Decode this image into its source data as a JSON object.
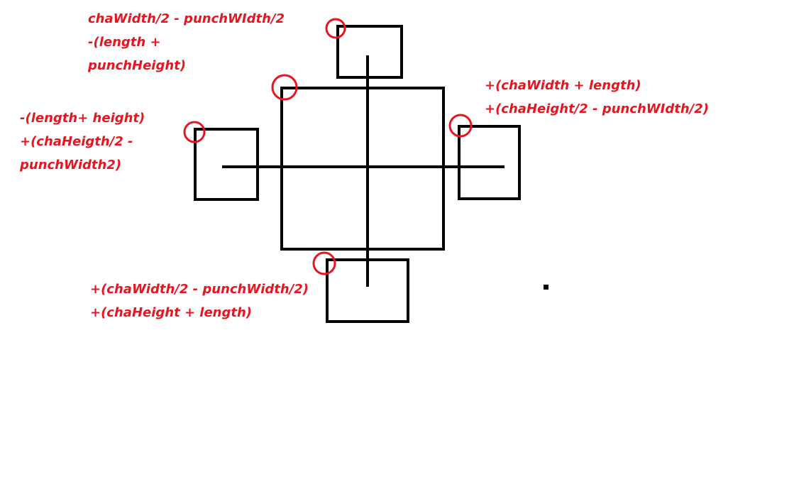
{
  "annotations": {
    "top": [
      "chaWidth/2 - punchWIdth/2",
      "-(length +",
      "punchHeight)"
    ],
    "left": [
      "-(length+ height)",
      "+(chaHeigth/2 -",
      "punchWidth2)"
    ],
    "right": [
      "+(chaWidth + length)",
      "+(chaHeight/2 - punchWIdth/2)"
    ],
    "bottom": [
      "+(chaWidth/2 - punchWidth/2)",
      "+(chaHeight + length)"
    ]
  },
  "colors": {
    "stroke": "#000000",
    "annotation": "#e8141e",
    "background": "#ffffff"
  }
}
